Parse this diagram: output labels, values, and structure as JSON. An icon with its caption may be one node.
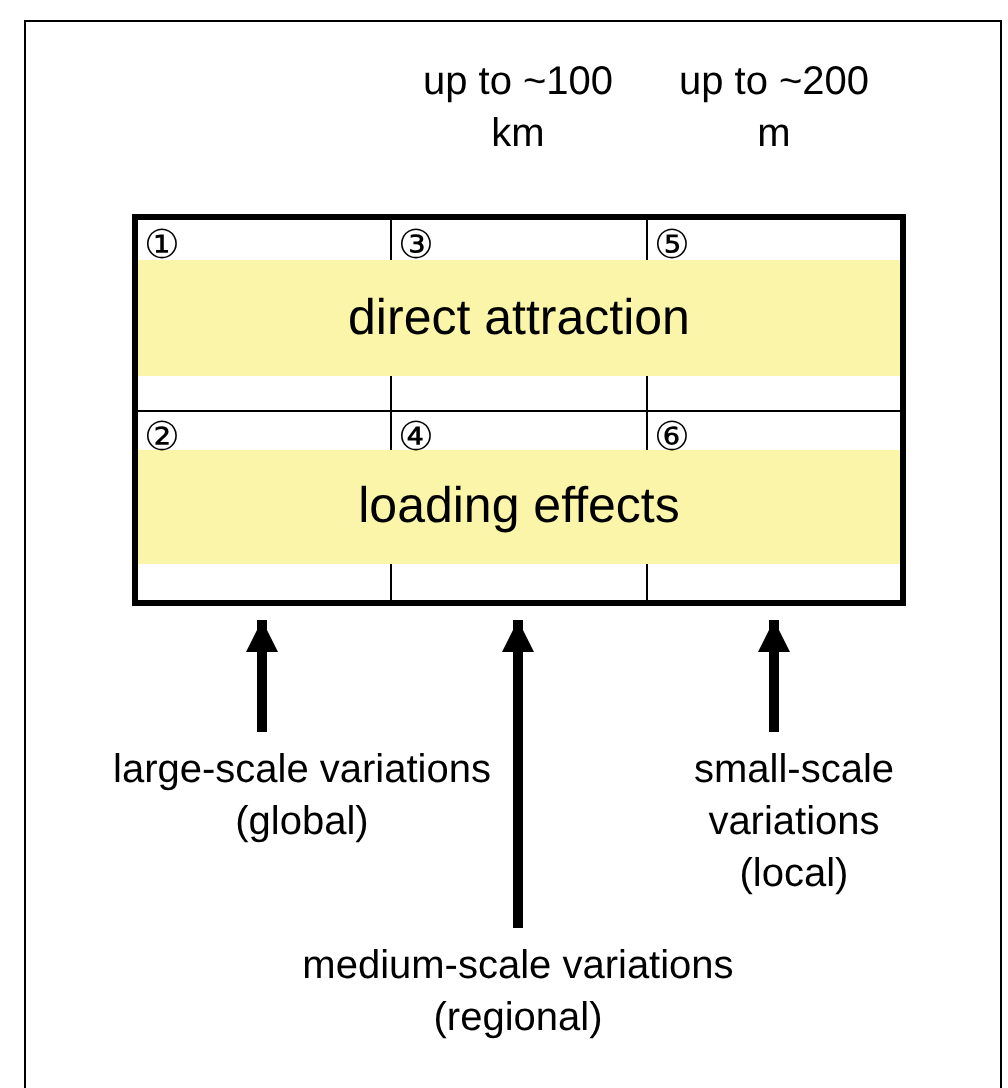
{
  "diagram": {
    "nodes": [
      {
        "text": [
          "①"
        ]
      },
      {
        "text": [
          "③"
        ]
      },
      {
        "text": [
          "⑤"
        ]
      },
      {
        "text": [
          "direct attraction"
        ]
      },
      {
        "text": [
          "②"
        ]
      },
      {
        "text": [
          "④"
        ]
      },
      {
        "text": [
          "⑥"
        ]
      },
      {
        "text": [
          "loading effects"
        ]
      },
      {
        "text": [
          "large-scale variations (global)"
        ]
      },
      {
        "text": [
          "small-scale variations (local)"
        ]
      },
      {
        "text": [
          "medium-scale variations (regional)"
        ]
      }
    ],
    "edges": [
      {
        "from": 8,
        "to": 7,
        "arrow": "to"
      },
      {
        "from": 10,
        "to": 7,
        "arrow": "to"
      },
      {
        "from": 9,
        "to": 7,
        "arrow": "to"
      }
    ],
    "labels": [
      "up to ~100 km",
      "up to ~200 m"
    ]
  }
}
